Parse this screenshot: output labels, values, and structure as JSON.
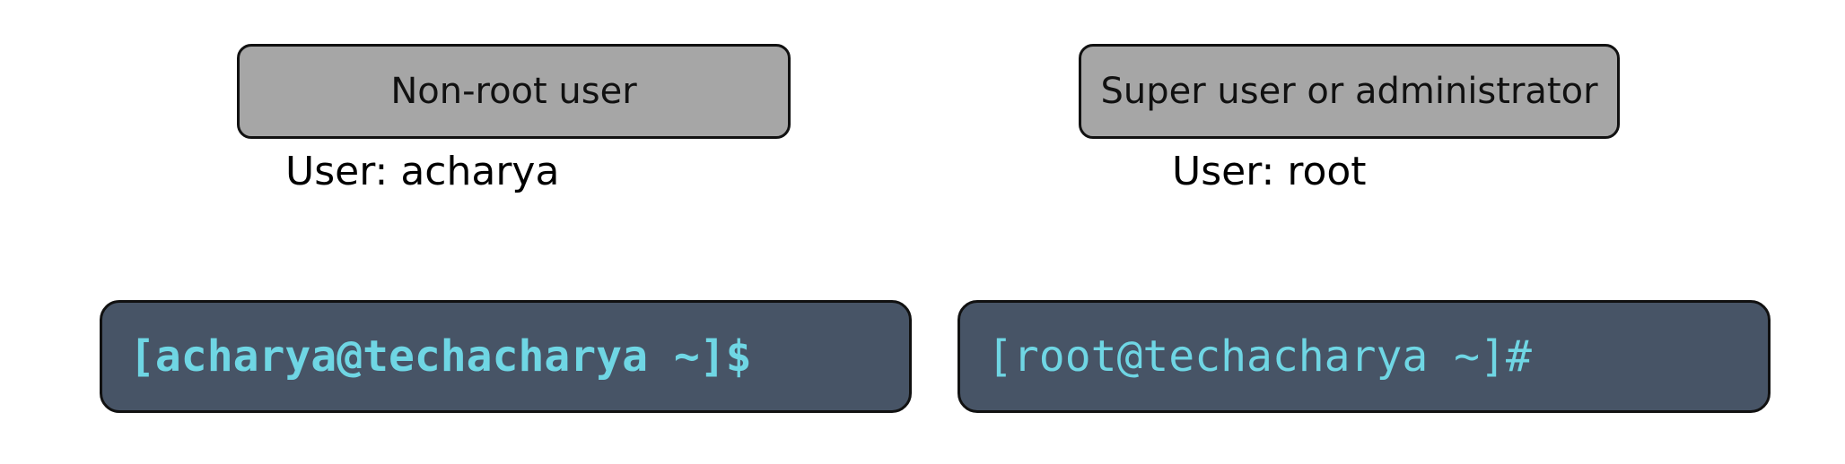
{
  "left": {
    "role": "Non-root user",
    "user_label": "User: acharya",
    "prompt": "[acharya@techacharya ~]$"
  },
  "right": {
    "role": "Super user or administrator",
    "user_label": "User: root",
    "prompt": "[root@techacharya ~]#"
  },
  "colors": {
    "role_box_fill": "#a6a6a6",
    "terminal_bg": "#475466",
    "prompt_text": "#6fd6e4"
  }
}
